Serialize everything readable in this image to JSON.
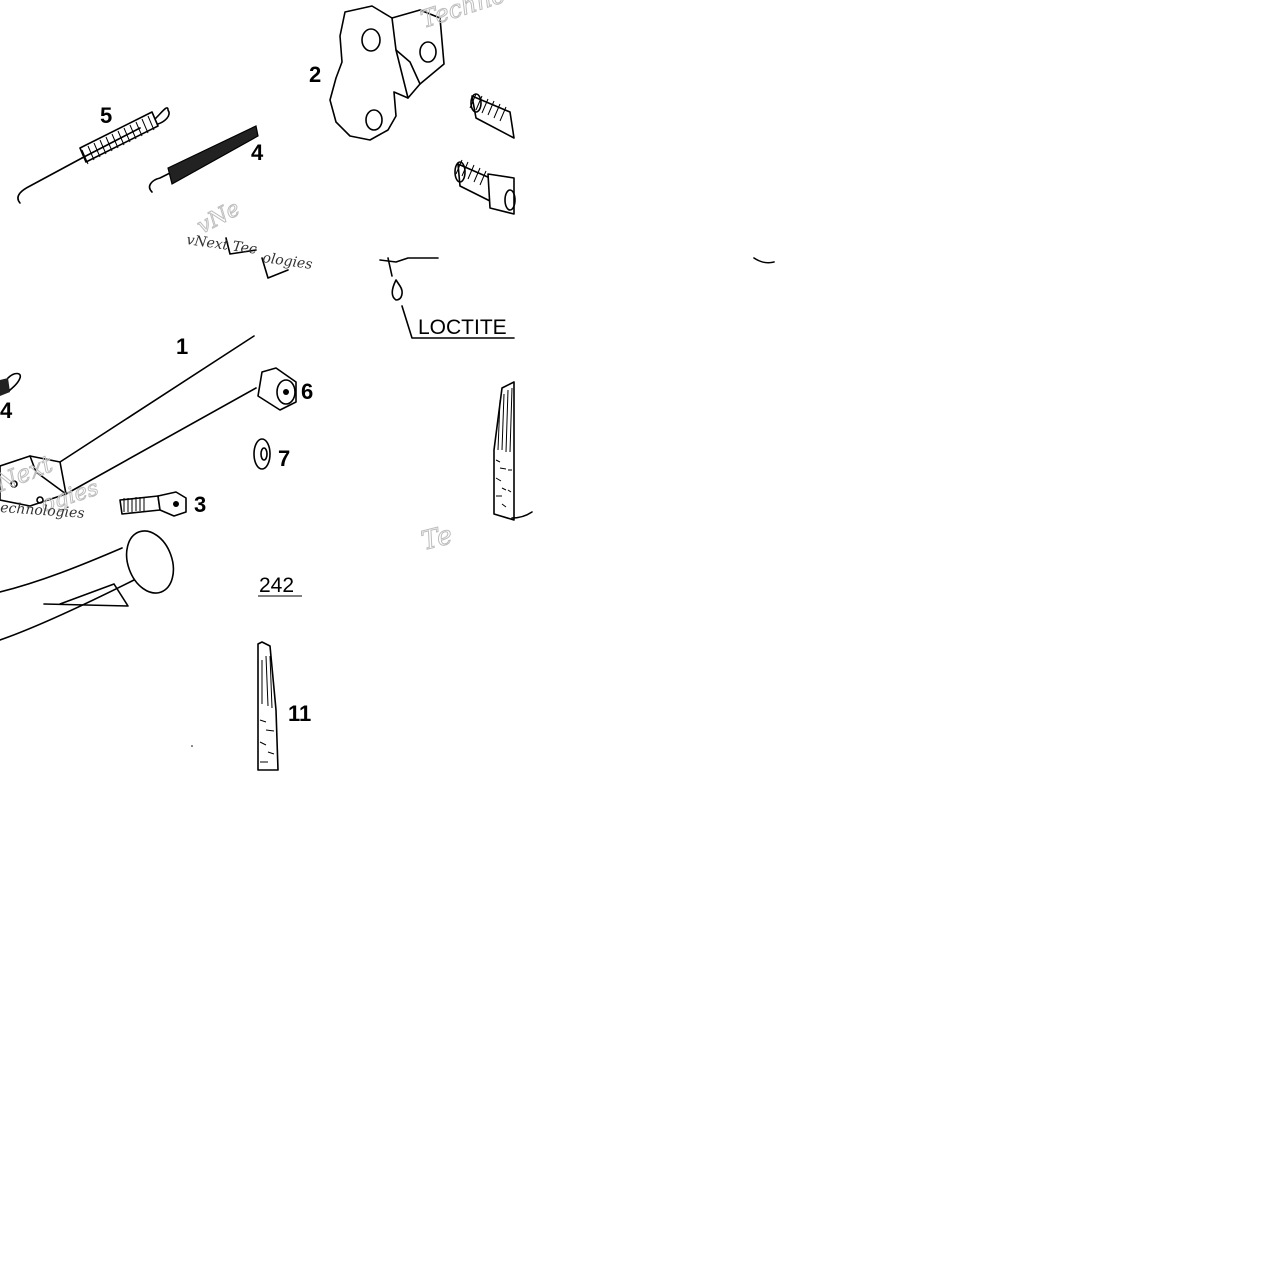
{
  "callouts": {
    "c1": "1",
    "c2": "2",
    "c3": "3",
    "c4a": "4",
    "c4b": "4",
    "c5": "5",
    "c6": "6",
    "c7": "7",
    "c11": "11"
  },
  "notes": {
    "loctite": "LOCTITE",
    "loctite_number": "242"
  },
  "watermarks": {
    "wm1": "Techno",
    "wm2": "vNext Tec",
    "wm3": "vNe",
    "wm4": "ologies",
    "wm5": "Next",
    "wm6": "ogies",
    "wm7": "echnologies",
    "wm8": "Te"
  },
  "colors": {
    "ink": "#000000",
    "background": "#ffffff",
    "watermark": "#bdbdbd"
  }
}
